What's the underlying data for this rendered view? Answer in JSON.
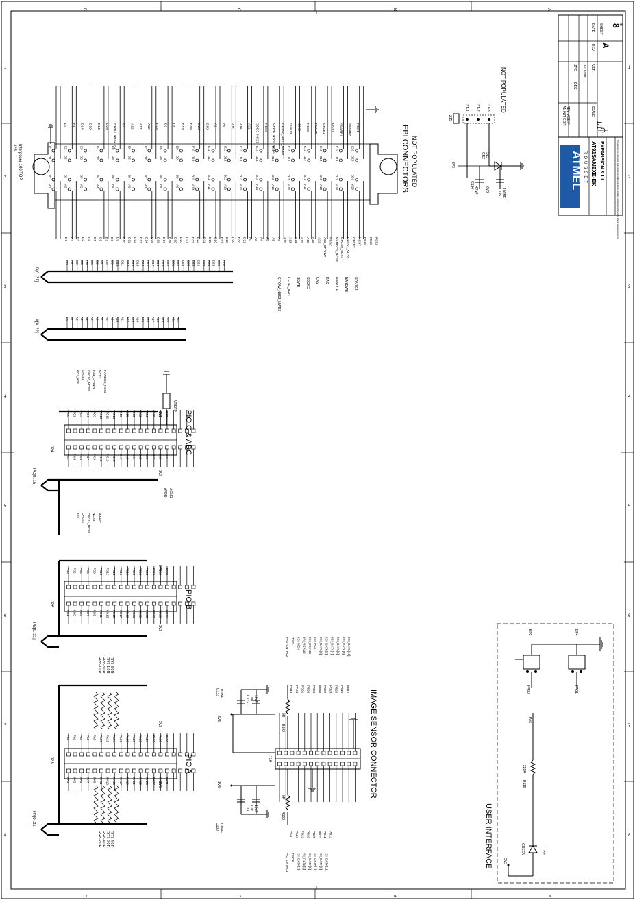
{
  "border": {
    "column_letters": [
      "D",
      "C",
      "B",
      "A"
    ],
    "row_numbers": [
      "1",
      "2",
      "3",
      "4",
      "5",
      "6",
      "7",
      "8"
    ]
  },
  "title_block": {
    "header_ver": "VER.",
    "header_rev": "REV.",
    "header_sheet": "SHEET",
    "header_date": "DATE",
    "rev_letter": "A",
    "sheet": "8",
    "sheet_of": "8",
    "date_1": "12/12/06",
    "mod_1": "A1 INIT EDIT",
    "mod_2": "REV MODIF",
    "author": "JPG",
    "des": "DES.",
    "scale_label": "SCALE",
    "scale": "1/1",
    "board": "AT91SAM9XE-EK",
    "page": "EXPANSION & UI",
    "company": "ATMEL",
    "city": "ROUSSET",
    "disclaimer": "This agreement is our property. Reproduction and publication without our written authorization shall expose offender to legal proceedings."
  },
  "ebi": {
    "connector": "J25",
    "connector_sub": "Interposer 100 TOP",
    "title": "EBI CONNECTORS",
    "subtitle": "NOT POPULATED",
    "e_pins": [
      "E1",
      "E2",
      "E3",
      "E4",
      "E5",
      "E6",
      "E7",
      "E8",
      "E9",
      "E10",
      "E11",
      "E12",
      "E13",
      "E14",
      "E15",
      "E16",
      "E17",
      "E18",
      "E19",
      "E20"
    ],
    "d_pins": [
      "D1",
      "D2",
      "D3",
      "D4",
      "D5",
      "D6",
      "D7",
      "D8",
      "D9",
      "D10",
      "D11",
      "D12",
      "D13",
      "D14",
      "D15",
      "D16",
      "D17",
      "D18",
      "D19",
      "D20"
    ],
    "b_pins": [
      "B1",
      "B2",
      "B3",
      "B4",
      "B5",
      "B6",
      "B7",
      "B8",
      "B9",
      "B10",
      "B11",
      "B12",
      "B13",
      "B14",
      "B15",
      "B16",
      "B17",
      "B18",
      "B19",
      "B20"
    ],
    "a_pins": [
      "A1",
      "A2",
      "A3",
      "A4",
      "A5",
      "A6",
      "A7",
      "A8",
      "A9",
      "A10",
      "A11",
      "A12",
      "A13",
      "A14",
      "A15",
      "A16",
      "A17",
      "A18",
      "A19",
      "A20"
    ],
    "top_signals": [
      "D4",
      "D9",
      "D14",
      "D19",
      "D24",
      "D29",
      "NWR2_NBS2_A1",
      "A7",
      "A12",
      "A17",
      "A22",
      "D13",
      "D3",
      "D8",
      "D13",
      "D18",
      "D23",
      "D28",
      "A2",
      "A6",
      "A11",
      "A16",
      "A21",
      "SDCS_NCS1",
      "NCS0",
      "CFWE_NWE_NWR0",
      "CFIOR_NBS1_NWR1",
      "SDA10",
      "SDCK",
      "NCS6",
      "NWAIT",
      "CFCE1",
      "PB30",
      "SPARE1",
      "SPARE0",
      "NRST"
    ],
    "left_signals": [
      "D0",
      "D1",
      "D2",
      "D3",
      "D4",
      "D5",
      "D6",
      "D7",
      "D8",
      "D9",
      "D10",
      "D11",
      "D12",
      "D13",
      "D14",
      "D15",
      "D16",
      "D17",
      "D18",
      "D19",
      "D20",
      "D21",
      "D22",
      "D23",
      "D24",
      "D25",
      "D26",
      "D27",
      "D28",
      "D29",
      "D30",
      "D31",
      "A0",
      "A3",
      "A4",
      "A5",
      "A8",
      "A9",
      "A10",
      "A13",
      "A14",
      "A15",
      "A18",
      "A19",
      "A20",
      "A23_CFRNW",
      "NCS2",
      "NANDCS_NCS3",
      "CFCS0_NCS4",
      "CFCS1_NCS5",
      "CFCE2",
      "NCS7",
      "PB19",
      "PB20",
      "PB21"
    ],
    "data_bus": "D[0..31]",
    "addr_bus": "A[0..22]",
    "ctrl_signals": [
      "CFIOW_NBS3_NWR3",
      "CFOE_NRD",
      "SDWE",
      "SDCKE",
      "CAS",
      "RAS",
      "NANDOE",
      "NANDWE",
      "SPARE2"
    ]
  },
  "optional": {
    "z15": "Z15",
    "j31_1": "J31-1",
    "j31_2": "J31-2",
    "j31_3": "J31-3",
    "not_populated": "NOT POPULATED",
    "cr2": "CR2",
    "cr2_part": "3V3",
    "c134": "C134",
    "c134_val": "47uF",
    "c134_v": "6V3",
    "c135": "C135",
    "c135_val": "100NF",
    "pwr": "3V3"
  },
  "pio_c": {
    "title": "PIO C & ADC",
    "connector": "J24",
    "bus": "PC[0..15]",
    "right_labels": [
      "PC0",
      "PC2",
      "PC4",
      "PC6",
      "PC8",
      "PC10",
      "PC12",
      "PC14",
      "D16",
      "D18",
      "D20",
      "D22",
      "D24",
      "D26",
      "D28",
      "D30"
    ],
    "left_labels": [
      "PC1",
      "PC3",
      "PC5",
      "PC7",
      "PC9",
      "PC11",
      "PC13",
      "PC15",
      "D17",
      "D19",
      "D21",
      "D23",
      "D25",
      "D27",
      "D29",
      "D31"
    ],
    "right_funcs": [
      "PC4_A23",
      "CFCE1",
      "CFCS0_NCS4",
      "A23_CFRNW",
      "NCS7",
      "NANDCS_NCS3"
    ],
    "left_funcs": [
      "A24",
      "CFCE2",
      "CFCS1_NCS5",
      "NCS6",
      "NWAIT"
    ],
    "vrefp": "VREFP",
    "avdd": "AVDD",
    "agnd": "AGND",
    "pwr": "3V3"
  },
  "pio_b": {
    "title": "PIO B",
    "connector": "J26",
    "bus": "PB[0..31]",
    "right_labels": [
      "PB0",
      "PB2",
      "PB4",
      "PB6",
      "PB8",
      "PB10",
      "PB12",
      "PB14",
      "PB16",
      "PB18",
      "PB20",
      "PB22",
      "PB24",
      "PB26",
      "PB28",
      "PB30"
    ],
    "left_labels": [
      "PB1",
      "PB3",
      "PB5",
      "PB7",
      "PB9",
      "PB11",
      "PB13",
      "PB15",
      "PB17",
      "PB19",
      "PB21",
      "PB23",
      "PB25",
      "PB27",
      "PB29",
      "PB31"
    ],
    "pwr": "3V3"
  },
  "pio_a": {
    "title": "PIO A",
    "connector": "J23",
    "bus": "PA[0..31]",
    "right_labels": [
      "PA0",
      "PA2",
      "PA4",
      "PA6",
      "PA8",
      "PA10",
      "PA12",
      "PA14",
      "PA16",
      "PA18",
      "PA20",
      "PA22",
      "PA24",
      "PA26",
      "PA28",
      "PA30"
    ],
    "left_labels": [
      "PA1",
      "PA3",
      "PA5",
      "PA7",
      "PA9",
      "PA11",
      "PA13",
      "PA15",
      "PA17",
      "PA19",
      "PA21",
      "PA23",
      "PA25",
      "PA27",
      "PA29",
      "PA31"
    ],
    "res_right": [
      "RR8-1 0R",
      "RR8-3 0R",
      "RR7-1 0R",
      "RR7-3 0R"
    ],
    "res_left": [
      "RR8-2 0R",
      "RR8-4 0R",
      "RR7-2 0R",
      "RR7-4 0R"
    ],
    "pwr": "3V3"
  },
  "image_sensor": {
    "title": "IMAGE SENSOR CONNECTOR",
    "connector": "J28",
    "pwr_3v3": "3V3",
    "pwr_1v8": "1V8",
    "c133": "C133",
    "c133_val": "100NF",
    "c132": "C132",
    "c132_v": "10V",
    "c132_val": "10uF",
    "c130": "C130",
    "c130_val": "100NF",
    "c131": "C131",
    "c131_v": "10V",
    "c131_val": "10uF",
    "r109": "R109",
    "r109_val": "0R",
    "r108": "R108",
    "r108_val": "0R",
    "right_labels": [
      "PIO_CNTRL2",
      "TWD",
      "ISI_MCK",
      "ISI_VSYNC",
      "ISI_HSYNC",
      "ISI_PCK",
      "ISI_DATA[0]",
      "ISI_DATA[2]",
      "ISI_DATA[4]",
      "ISI_DATA[6]",
      "ISI_DATA[8]",
      "ISI_DATA[10]"
    ],
    "right_pins": [
      "PB19",
      "PA23",
      "PB31",
      "PB29",
      "PB28",
      "PB30",
      "PB22",
      "PB24",
      "PB26",
      "PB10",
      "PB12"
    ],
    "left_pins": [
      "PC4",
      "PA24",
      "PB21",
      "PB23",
      "PB25",
      "PB27",
      "PB11",
      "PB13"
    ],
    "left_labels": [
      "PIO_CNTRL1",
      "TWCK",
      "ISI_DATA[1]",
      "ISI_DATA[3]",
      "ISI_DATA[5]",
      "ISI_DATA[7]",
      "ISI_DATA[9]",
      "ISI_DATA[11]"
    ]
  },
  "ui": {
    "title": "USER INTERFACE",
    "pwr": "3V3",
    "led": "DS5",
    "led_color": "GREEN",
    "r118": "R118",
    "r118_val": "220R",
    "pa6": "PA6",
    "bp3": "BP3",
    "bp4": "BP4",
    "pa30": "PA30",
    "pa31": "PA31"
  }
}
